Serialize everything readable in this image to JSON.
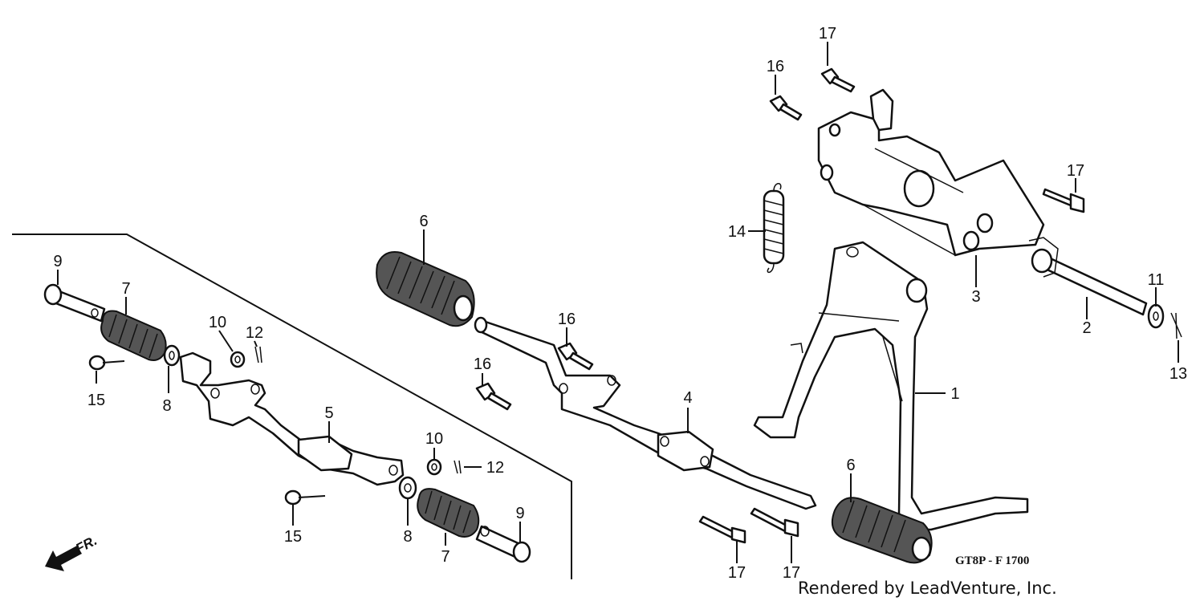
{
  "diagram": {
    "callouts": [
      {
        "id": "c17a",
        "text": "17"
      },
      {
        "id": "c16a",
        "text": "16"
      },
      {
        "id": "c17b",
        "text": "17"
      },
      {
        "id": "c14",
        "text": "14"
      },
      {
        "id": "c3",
        "text": "3"
      },
      {
        "id": "c11",
        "text": "11"
      },
      {
        "id": "c2",
        "text": "2"
      },
      {
        "id": "c13",
        "text": "13"
      },
      {
        "id": "c1",
        "text": "1"
      },
      {
        "id": "c6a",
        "text": "6"
      },
      {
        "id": "c16b",
        "text": "16"
      },
      {
        "id": "c16c",
        "text": "16"
      },
      {
        "id": "c4",
        "text": "4"
      },
      {
        "id": "c9a",
        "text": "9"
      },
      {
        "id": "c7a",
        "text": "7"
      },
      {
        "id": "c10a",
        "text": "10"
      },
      {
        "id": "c12a",
        "text": "12"
      },
      {
        "id": "c15a",
        "text": "15"
      },
      {
        "id": "c8a",
        "text": "8"
      },
      {
        "id": "c5",
        "text": "5"
      },
      {
        "id": "c10b",
        "text": "10"
      },
      {
        "id": "c12b",
        "text": "12"
      },
      {
        "id": "c8b",
        "text": "8"
      },
      {
        "id": "c7b",
        "text": "7"
      },
      {
        "id": "c9b",
        "text": "9"
      },
      {
        "id": "c15b",
        "text": "15"
      },
      {
        "id": "c6b",
        "text": "6"
      },
      {
        "id": "c17c",
        "text": "17"
      },
      {
        "id": "c17d",
        "text": "17"
      }
    ],
    "direction_label": "FR.",
    "drawing_code": "GT8P - F 1700",
    "credit": "Rendered by LeadVenture, Inc."
  }
}
